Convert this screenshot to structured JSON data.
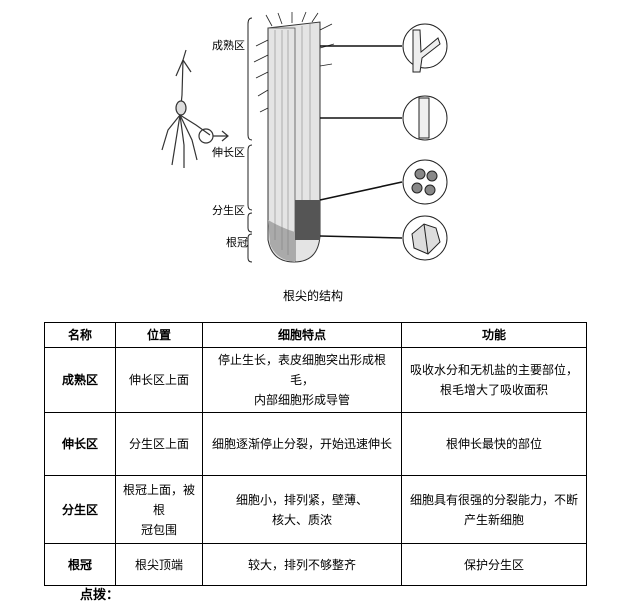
{
  "figure": {
    "zone_labels": {
      "mature": "成熟区",
      "elongation": "伸长区",
      "meristem": "分生区",
      "root_cap": "根冠"
    },
    "caption": "根尖的结构"
  },
  "table": {
    "headers": [
      "名称",
      "位置",
      "细胞特点",
      "功能"
    ],
    "rows": [
      {
        "name": "成熟区",
        "position": "伸长区上面",
        "cells": [
          "停止生长，表皮细胞突出形成根毛，",
          "内部细胞形成导管"
        ],
        "function": [
          "吸收水分和无机盐的主要部位，",
          "根毛增大了吸收面积"
        ]
      },
      {
        "name": "伸长区",
        "position": "分生区上面",
        "cells": [
          "细胞逐渐停止分裂，开始迅速伸长"
        ],
        "function": [
          "根伸长最快的部位"
        ]
      },
      {
        "name": "分生区",
        "position": [
          "根冠上面，被根",
          "冠包围"
        ],
        "cells": [
          "细胞小，排列紧，壁薄、",
          "核大、质浓"
        ],
        "function": [
          "细胞具有很强的分裂能力，不断",
          "产生新细胞"
        ]
      },
      {
        "name": "根冠",
        "position": "根尖顶端",
        "cells": [
          "较大，排列不够整齐"
        ],
        "function": [
          "保护分生区"
        ]
      }
    ]
  },
  "tip_label": "点拨："
}
